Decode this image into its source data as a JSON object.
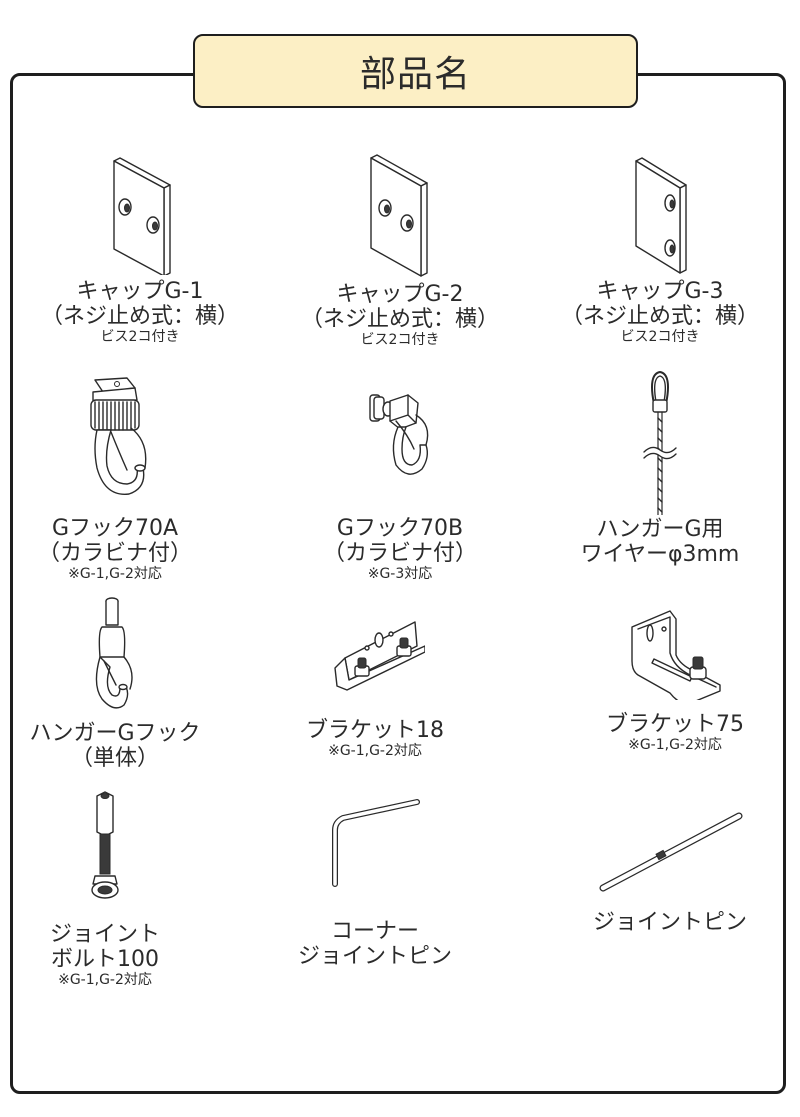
{
  "title": "部品名",
  "parts": [
    {
      "id": "cap-g1",
      "name_lines": [
        "キャップG-1",
        "（ネジ止め式：横）"
      ],
      "note": "ビス2コ付き",
      "icon": "cap-plate-horizontal-holes"
    },
    {
      "id": "cap-g2",
      "name_lines": [
        "キャップG-2",
        "（ネジ止め式：横）"
      ],
      "note": "ビス2コ付き",
      "icon": "cap-plate-horizontal-holes"
    },
    {
      "id": "cap-g3",
      "name_lines": [
        "キャップG-3",
        "（ネジ止め式：横）"
      ],
      "note": "ビス2コ付き",
      "icon": "cap-plate-vertical-holes"
    },
    {
      "id": "g-hook-70a",
      "name_lines": [
        "Gフック70A",
        "（カラビナ付）"
      ],
      "note": "※G-1,G-2対応",
      "icon": "hook-knurled-carabiner"
    },
    {
      "id": "g-hook-70b",
      "name_lines": [
        "Gフック70B",
        "（カラビナ付）"
      ],
      "note": "※G-3対応",
      "icon": "hook-side-carabiner"
    },
    {
      "id": "hanger-wire",
      "name_lines": [
        "ハンガーG用",
        "ワイヤーφ3mm"
      ],
      "note": "",
      "icon": "wire-loop"
    },
    {
      "id": "hanger-g-hook",
      "name_lines": [
        "ハンガーGフック",
        "（単体）"
      ],
      "note": "",
      "icon": "hanger-hook"
    },
    {
      "id": "bracket-18",
      "name_lines": [
        "ブラケット18"
      ],
      "note": "※G-1,G-2対応",
      "icon": "angle-bracket"
    },
    {
      "id": "bracket-75",
      "name_lines": [
        "ブラケット75"
      ],
      "note": "※G-1,G-2対応",
      "icon": "l-bracket"
    },
    {
      "id": "joint-bolt-100",
      "name_lines": [
        "ジョイント",
        "ボルト100"
      ],
      "note": "※G-1,G-2対応",
      "icon": "joint-bolt"
    },
    {
      "id": "corner-joint-pin",
      "name_lines": [
        "コーナー",
        "ジョイントピン"
      ],
      "note": "",
      "icon": "bent-pin"
    },
    {
      "id": "joint-pin",
      "name_lines": [
        "ジョイントピン"
      ],
      "note": "",
      "icon": "straight-pin"
    }
  ],
  "colors": {
    "title_fill": "#fcefc5",
    "border": "#1e1e1e",
    "text": "#2b2b2b"
  }
}
